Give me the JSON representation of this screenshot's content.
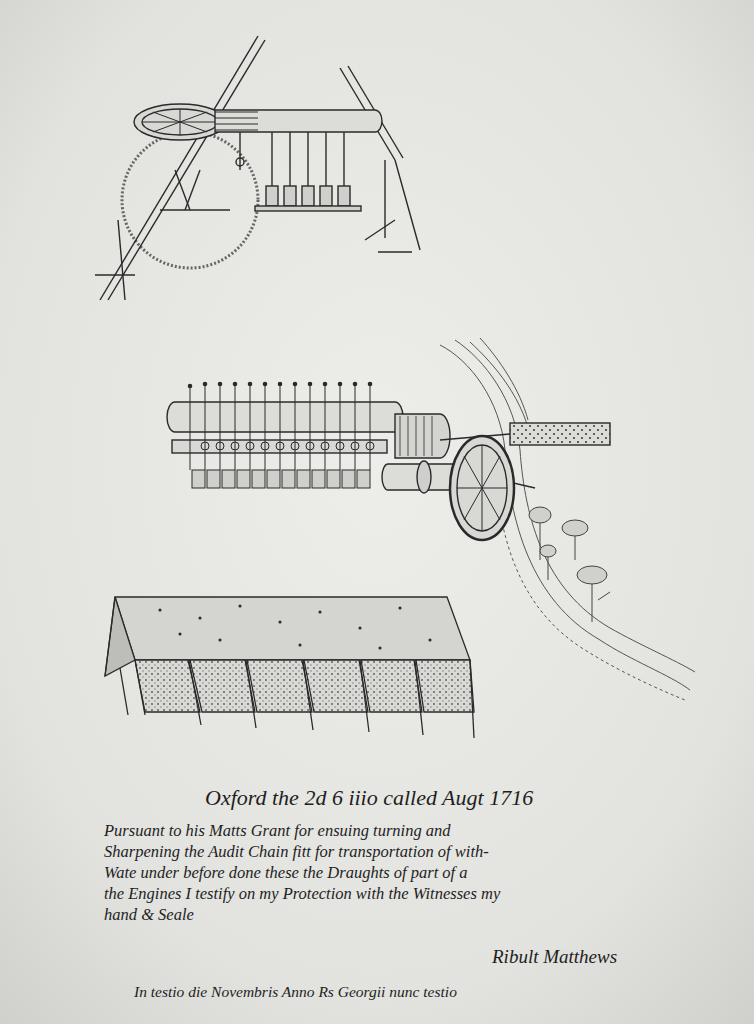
{
  "diagram": {
    "labels": [
      "Oxford the 2d 6 iiio called Augt 1716",
      "Pursuant to his Matts Grant for ensuing turning and",
      "Sharpening the Audit Chain fitt for transportation of with-",
      "Wate under before done these the Draughts of part of a",
      "the Engines I testify on my Protection with the Witnesses my",
      "hand & Seale",
      "Ribult Matthews",
      "In testio die Novembris Anno Rs Georgii nunc testio"
    ]
  }
}
